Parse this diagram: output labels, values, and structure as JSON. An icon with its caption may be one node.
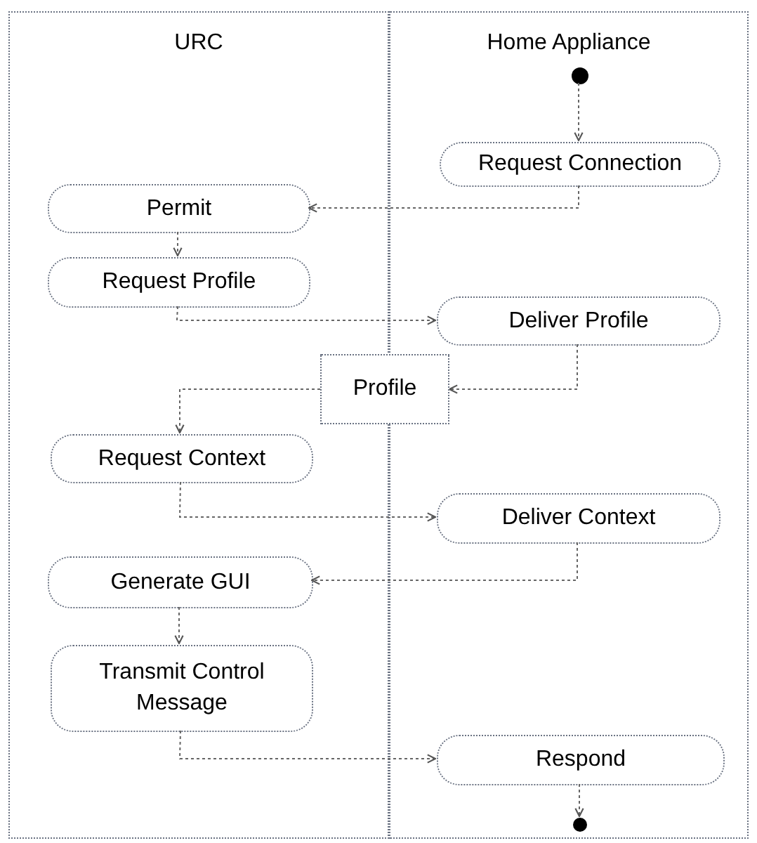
{
  "diagram": {
    "nodes": [
      {
        "text": [
          "URC"
        ]
      },
      {
        "text": [
          "Home Appliance"
        ]
      },
      {
        "text": [],
        "shape": "circle",
        "in": 1
      },
      {
        "text": [
          "Request Connection"
        ],
        "in": 1
      },
      {
        "text": [
          "Permit"
        ],
        "in": 0
      },
      {
        "text": [
          "Request Profile"
        ],
        "in": 0
      },
      {
        "text": [
          "Deliver Profile"
        ],
        "in": 1
      },
      {
        "text": [
          "Profile"
        ]
      },
      {
        "text": [
          "Request Context"
        ],
        "in": 0
      },
      {
        "text": [
          "Deliver Context"
        ],
        "in": 1
      },
      {
        "text": [
          "Generate GUI"
        ],
        "in": 0
      },
      {
        "text": [
          "Transmit Control Message"
        ],
        "in": 0
      },
      {
        "text": [
          "Respond"
        ],
        "in": 1
      },
      {
        "text": [],
        "shape": "circle",
        "in": 1
      }
    ],
    "edges": [
      {
        "from": 2,
        "to": 3,
        "arrow": "to"
      },
      {
        "from": 3,
        "to": 4,
        "arrow": "to"
      },
      {
        "from": 4,
        "to": 5,
        "arrow": "to"
      },
      {
        "from": 5,
        "to": 6,
        "arrow": "to"
      },
      {
        "from": 6,
        "to": 7,
        "arrow": "to"
      },
      {
        "from": 7,
        "to": 8,
        "arrow": "to"
      },
      {
        "from": 8,
        "to": 9,
        "arrow": "to"
      },
      {
        "from": 9,
        "to": 10,
        "arrow": "to"
      },
      {
        "from": 10,
        "to": 11,
        "arrow": "to"
      },
      {
        "from": 11,
        "to": 12,
        "arrow": "to"
      },
      {
        "from": 12,
        "to": 13,
        "arrow": "to"
      }
    ]
  }
}
